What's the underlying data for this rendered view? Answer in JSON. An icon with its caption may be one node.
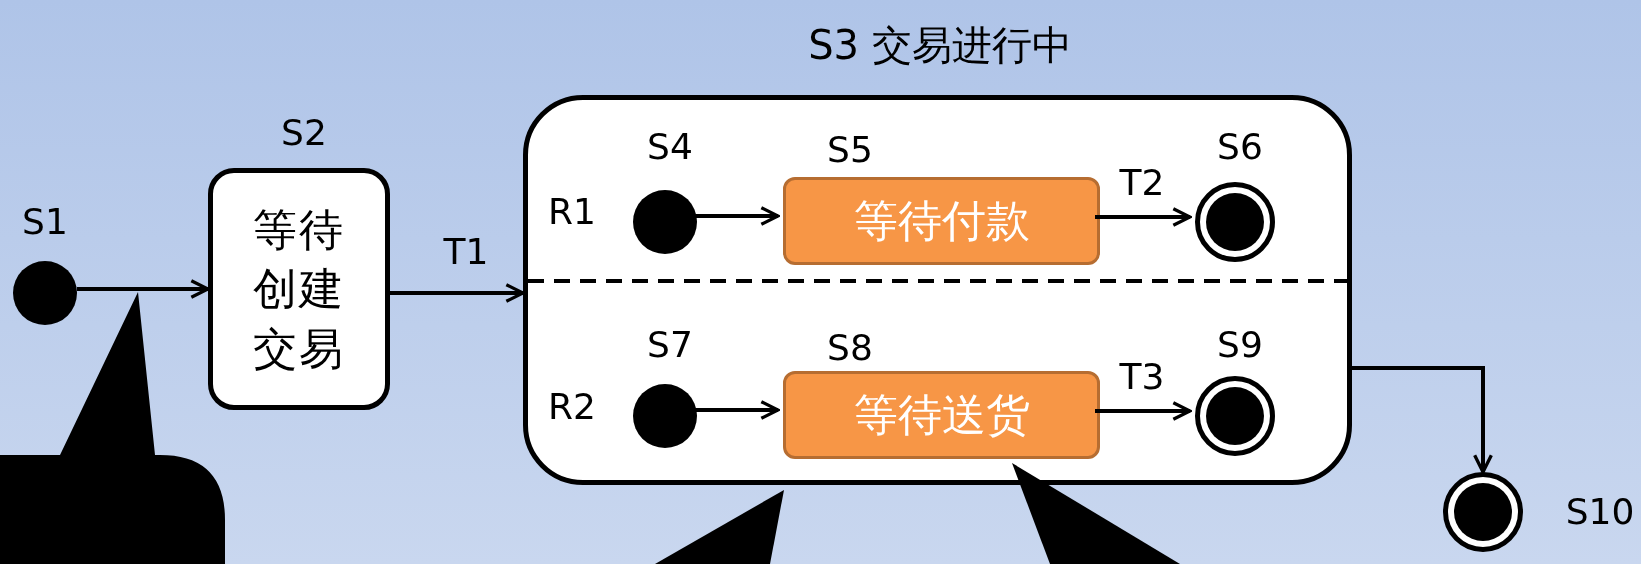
{
  "diagram": {
    "nodes": [
      {
        "text": [],
        "shape": "circle",
        "beside": [
          "S1"
        ]
      },
      {
        "text": [
          "S2",
          "等待创建交易"
        ]
      },
      {
        "text": [
          "S3 交易进行中"
        ]
      },
      {
        "text": [],
        "shape": "circle",
        "beside": [
          "S4"
        ],
        "in": 2
      },
      {
        "text": [
          "S5",
          "等待付款"
        ],
        "in": 2
      },
      {
        "text": [],
        "shape": "bullseye",
        "beside": [
          "S6"
        ],
        "in": 2
      },
      {
        "text": [],
        "shape": "circle",
        "beside": [
          "S7"
        ],
        "in": 2
      },
      {
        "text": [
          "S8",
          "等待送货"
        ],
        "in": 2
      },
      {
        "text": [],
        "shape": "bullseye",
        "beside": [
          "S9"
        ],
        "in": 2
      },
      {
        "text": [],
        "shape": "bullseye",
        "beside": [
          "S10"
        ]
      },
      {
        "text": [],
        "shape": "callout"
      },
      {
        "text": [],
        "shape": "callout"
      },
      {
        "text": [],
        "shape": "callout"
      }
    ],
    "edges": [
      {
        "from": 0,
        "to": 1,
        "arrow": "to"
      },
      {
        "from": 1,
        "to": 2,
        "arrow": "to",
        "label": "T1"
      },
      {
        "from": 3,
        "to": 4,
        "arrow": "to"
      },
      {
        "from": 4,
        "to": 5,
        "arrow": "to",
        "label": "T2"
      },
      {
        "from": 6,
        "to": 7,
        "arrow": "to"
      },
      {
        "from": 7,
        "to": 8,
        "arrow": "to",
        "label": "T3"
      },
      {
        "from": 2,
        "to": 9,
        "arrow": "to"
      }
    ],
    "labels": [
      "R1",
      "R2"
    ]
  }
}
